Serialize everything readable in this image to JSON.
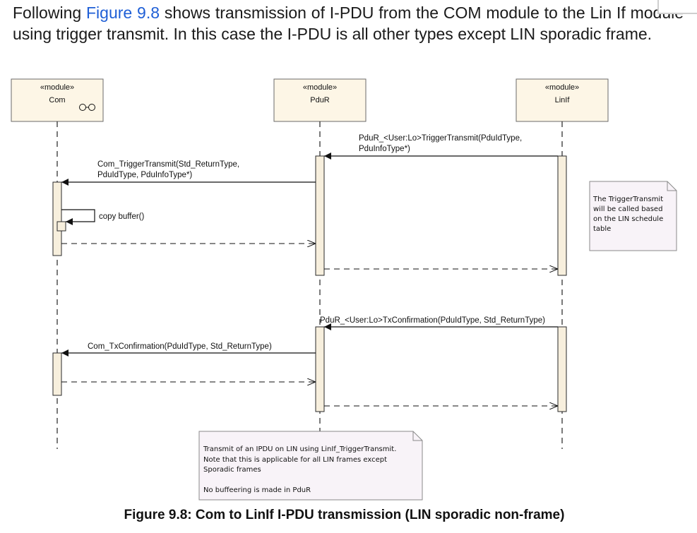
{
  "intro": {
    "part1": "Following ",
    "link": "Figure 9.8",
    "part2": " shows transmission of I-PDU from the COM module to the Lin If module using trigger transmit.  In this case the I-PDU is all other types except LIN sporadic frame."
  },
  "modules": [
    {
      "stereotype": "«module»",
      "name": "Com"
    },
    {
      "stereotype": "«module»",
      "name": "PduR"
    },
    {
      "stereotype": "«module»",
      "name": "LinIf"
    }
  ],
  "messages": {
    "trigger_linif_line1": "PduR_<User:Lo>TriggerTransmit(PduIdType,",
    "trigger_linif_line2": "PduInfoType*)",
    "trigger_com_line1": "Com_TriggerTransmit(Std_ReturnType,",
    "trigger_com_line2": "PduIdType, PduInfoType*)",
    "copy_buffer": "copy buffer()",
    "txconf_linif": "PduR_<User:Lo>TxConfirmation(PduIdType, Std_ReturnType)",
    "txconf_com": "Com_TxConfirmation(PduIdType, Std_ReturnType)"
  },
  "notes": {
    "schedule": [
      "The TriggerTransmit",
      "will be called based",
      "on the LIN schedule",
      "table"
    ],
    "transmit": [
      "Transmit of an IPDU on LIN using LinIf_TriggerTransmit.",
      "Note that this is applicable for all LIN frames except",
      "Sporadic frames",
      "",
      "No buffeering is made in PduR"
    ]
  },
  "caption": "Figure 9.8: Com to LinIf I-PDU transmission (LIN sporadic non-frame)"
}
